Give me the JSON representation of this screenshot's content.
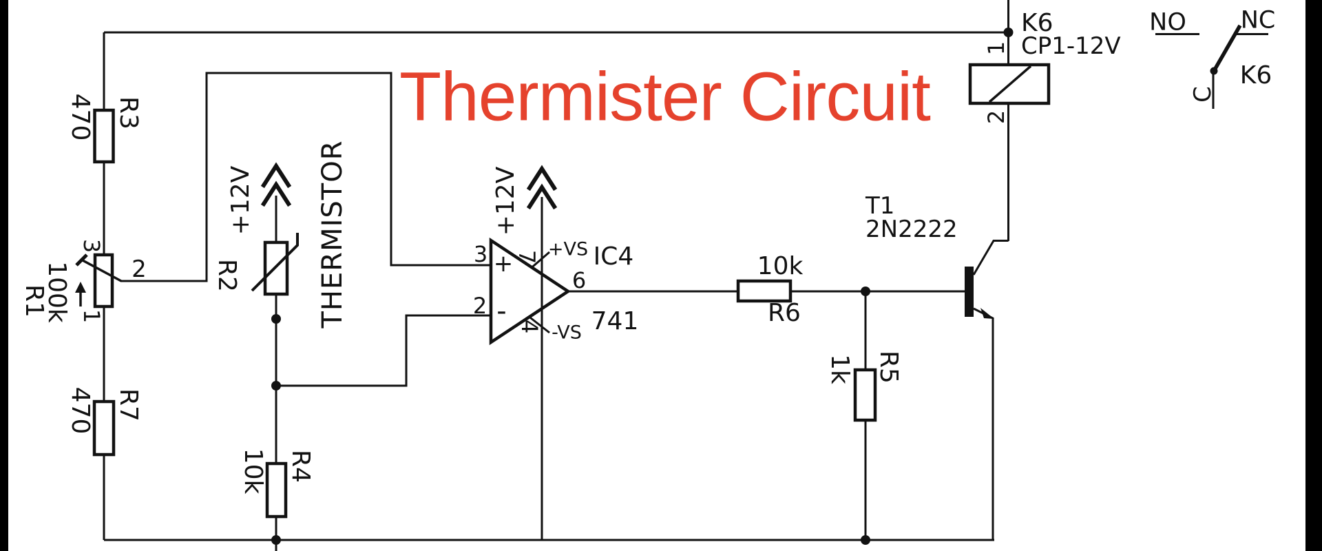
{
  "title": {
    "text": "Thermister Circuit"
  },
  "colors": {
    "accent": "#e5422d",
    "line": "#121212",
    "background": "#ffffff"
  },
  "components": {
    "r3": {
      "ref": "R3",
      "value": "470"
    },
    "r1": {
      "ref": "R1",
      "value": "100k",
      "pin_top": "3",
      "pin_wiper": "2",
      "pin_bottom": "1"
    },
    "r7": {
      "ref": "R7",
      "value": "470"
    },
    "r2": {
      "ref": "R2",
      "label": "THERMISTOR",
      "supply": "+12V"
    },
    "r4": {
      "ref": "R4",
      "value": "10k"
    },
    "opamp": {
      "ref": "IC4",
      "part": "741",
      "supply": "+12V",
      "pin_noninv": "3",
      "pin_inv": "2",
      "pin_out": "6",
      "pin_vplus": "7",
      "pin_vminus": "4",
      "label_vplus": "+VS",
      "label_vminus": "-VS",
      "sign_plus": "+",
      "sign_minus": "-"
    },
    "r6": {
      "ref": "R6",
      "value": "10k"
    },
    "r5": {
      "ref": "R5",
      "value": "1k"
    },
    "t1": {
      "ref": "T1",
      "part": "2N2222"
    },
    "relay": {
      "ref": "K6",
      "part": "CP1-12V",
      "pin_top": "1",
      "pin_bottom": "2"
    },
    "contact": {
      "ref": "K6",
      "label_no": "NO",
      "label_nc": "NC",
      "label_c": "C"
    }
  }
}
